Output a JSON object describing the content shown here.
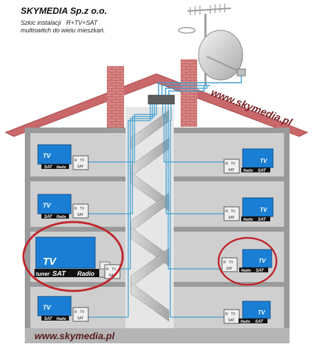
{
  "header": {
    "company": "SKYMEDIA Sp.z o.o.",
    "line1": "Szkic instalacji   R+TV+SAT",
    "line2": "multiswitch do wielu mieszkań."
  },
  "watermark_roof": "www.skymedia.pl",
  "watermark_bottom": "www.skymedia.pl",
  "tv_label": "TV",
  "socket": {
    "r": "R",
    "tv": "TV",
    "sat": "SAT"
  },
  "tuner": {
    "sat": "SAT",
    "radio": "Radio",
    "tuner_sat": "tunerSAT"
  },
  "colors": {
    "roof": "#c9676a",
    "brick": "#d97f7f",
    "wall": "#c9c9c9",
    "floor": "#9a9a9a",
    "cable": "#3f9fcf",
    "tv_screen": "#1a7fd4",
    "highlight": "#c0262b"
  }
}
